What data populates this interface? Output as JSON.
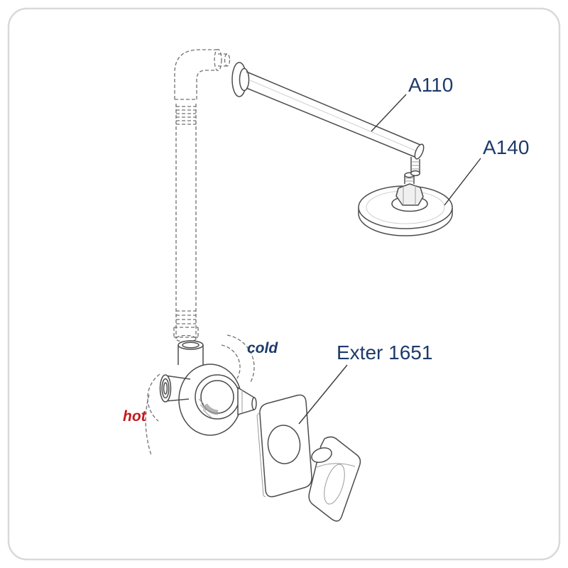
{
  "diagram": {
    "labels": {
      "shower_arm": "A110",
      "shower_head": "A140",
      "mixer": "Exter 1651",
      "cold": "cold",
      "hot": "hot"
    },
    "colors": {
      "label_blue": "#1e3a6a",
      "hot_red": "#c41a1a",
      "line_gray": "#4c4c4c",
      "border_gray": "#d9d9d9",
      "background": "#ffffff"
    }
  }
}
